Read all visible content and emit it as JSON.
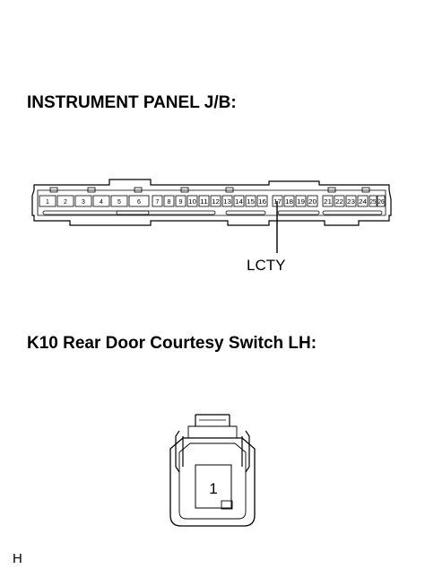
{
  "section1": {
    "title": "INSTRUMENT PANEL J/B:",
    "pins": [
      "1",
      "2",
      "3",
      "4",
      "5",
      "6",
      "7",
      "8",
      "9",
      "10",
      "11",
      "12",
      "13",
      "14",
      "15",
      "16",
      "17",
      "18",
      "19",
      "20",
      "21",
      "22",
      "23",
      "24",
      "25",
      "26"
    ],
    "wire_label": "LCTY",
    "wire_pin": "17"
  },
  "section2": {
    "title": "K10 Rear Door Courtesy Switch LH:",
    "pin_label": "1"
  },
  "footer": {
    "code": "H"
  }
}
